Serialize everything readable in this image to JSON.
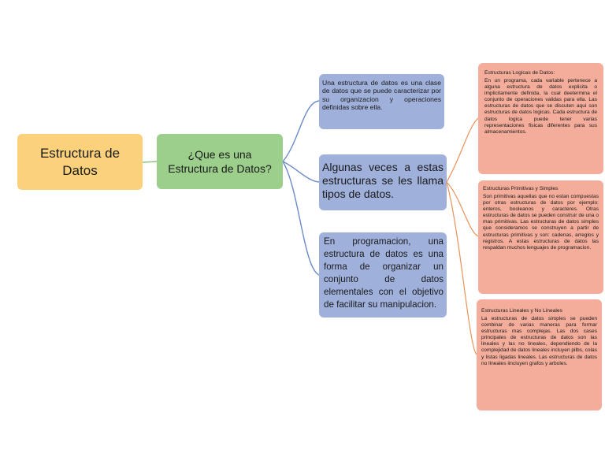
{
  "root": {
    "label": "Estructura de Datos"
  },
  "question": {
    "label": "¿Que es una Estructura de Datos?"
  },
  "definitions": [
    "Una estructura de datos es una clase de datos que se puede caracterizar por su organizacion y operaciones definidas sobre ella.",
    "Algunas veces a estas estructuras se les llama tipos de datos.",
    "En programacion, una estructura de datos es una forma de organizar un conjunto de datos elementales con el objetivo de facilitar su manipulacion."
  ],
  "types": [
    {
      "title": "Estructuras Logicas de Datos:",
      "text": "En un programa, cada variable pertenece a alguna estructura de datos explicita o implicitamente definida, la cual deetermina el conjunto de operaciones validas para ella. Las estructuras de datos que se discuten aqui son estructuras de datos logicas. Cada estructura de datos logica puede tener varias representaciones fisicas diferentes para sus almacenamientos."
    },
    {
      "title": "Estructuras Primitivas y Simples",
      "text": "Son primitivas aquellas que no estan compuestas por otras estructuras de datos por ejemplo: enteros, booleanos y caracteres. Otras estructuras de datos se pueden construir de una o mas primitivas. Las estructuras de datos simples que consideramos se construyen a partir de estructuras primitivas y son: cadenas, arreglos y registros. A estas estructuras de datos las respaldan muchos lenguajes de programacion."
    },
    {
      "title": "Estructuras Lineales y No Lineales",
      "text": "La estructuras de datos simples se pueden combinar de varias maneras para formar estructuras mas complejas. Las dos cases principales de estructuras de datos son las lineales y las no lineales, dependiendo de la complejidad de datos lineales incluyen pilbs, colas y listas ligadas lineales. Las estructuras de datos no lineales iincluyen grafos y arboles."
    }
  ],
  "colors": {
    "root": "#fbd27b",
    "question": "#9ccf8c",
    "definition": "#9fb0db",
    "type": "#f4ad9b",
    "connector_green": "#8fc47c",
    "connector_blue": "#6a8bc8",
    "connector_orange": "#e8915a"
  }
}
